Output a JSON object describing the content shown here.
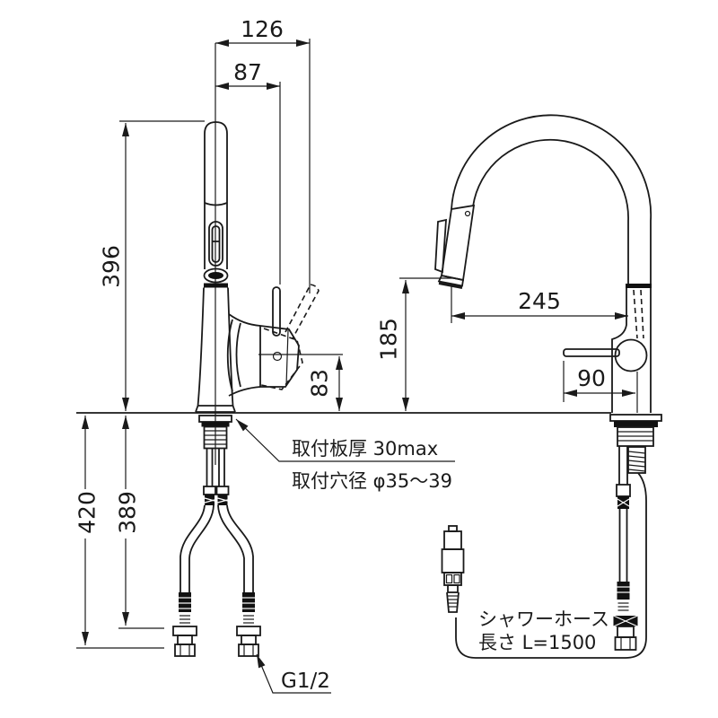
{
  "colors": {
    "line": "#1a1a1a",
    "background": "#ffffff"
  },
  "front_view": {
    "dims": {
      "top_width": "126",
      "handle_reach": "87",
      "height_above_deck": "396",
      "handle_center_height": "83",
      "under_deck_total": "420",
      "under_deck_hose": "389"
    },
    "thread_label": "G1/2"
  },
  "side_view": {
    "dims": {
      "spout_outlet_height": "185",
      "spout_reach": "245",
      "handle_length": "90"
    },
    "shower_hose_line1": "シャワーホース",
    "shower_hose_line2": "長さ L=1500"
  },
  "mounting": {
    "plate_thickness": "取付板厚 30max",
    "hole_diameter": "取付穴径 φ35～39"
  }
}
